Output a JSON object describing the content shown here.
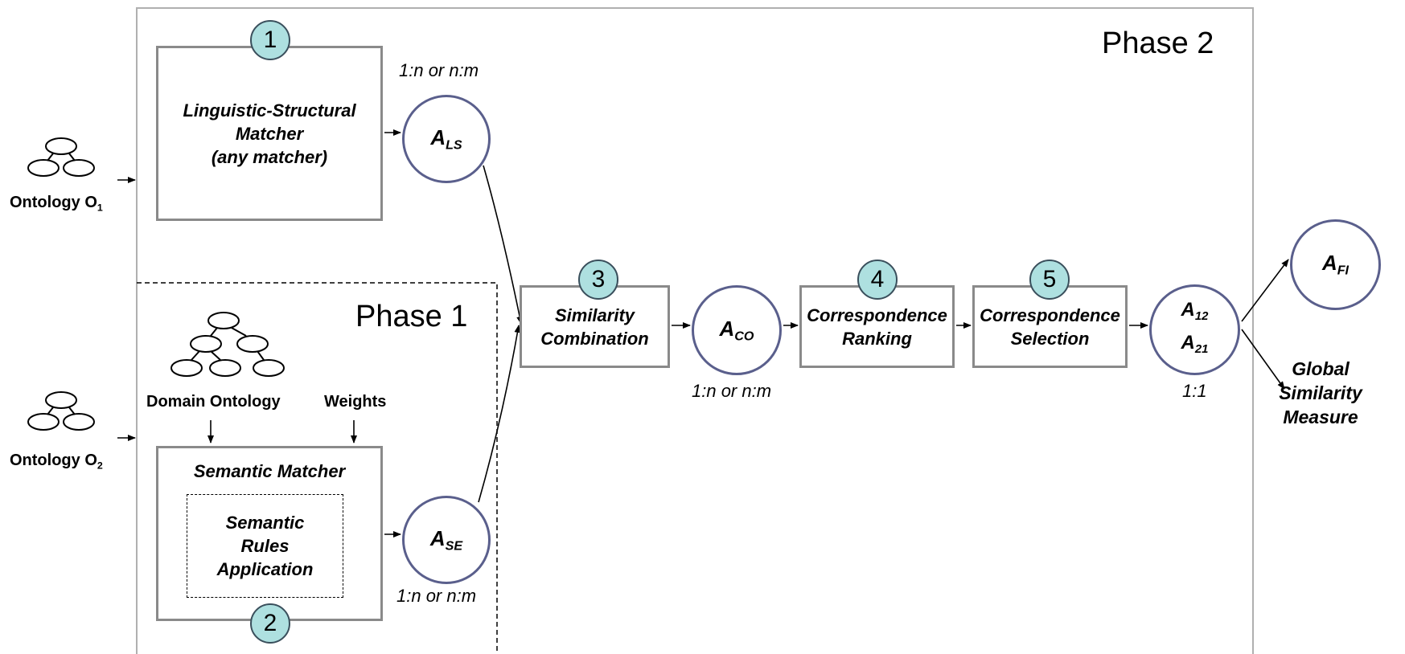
{
  "phases": {
    "phase1": "Phase 1",
    "phase2": "Phase 2"
  },
  "badges": {
    "b1": "1",
    "b2": "2",
    "b3": "3",
    "b4": "4",
    "b5": "5"
  },
  "boxes": {
    "linguistic_line1": "Linguistic-Structural",
    "linguistic_line2": "Matcher",
    "linguistic_line3": "(any matcher)",
    "semantic_title": "Semantic Matcher",
    "rules_line1": "Semantic",
    "rules_line2": "Rules",
    "rules_line3": "Application",
    "combination_line1": "Similarity",
    "combination_line2": "Combination",
    "ranking_line1": "Correspondence",
    "ranking_line2": "Ranking",
    "selection_line1": "Correspondence",
    "selection_line2": "Selection"
  },
  "circles": {
    "als": {
      "main": "A",
      "sub": "LS"
    },
    "ase": {
      "main": "A",
      "sub": "SE"
    },
    "aco": {
      "main": "A",
      "sub": "CO"
    },
    "a12": {
      "main": "A",
      "sub": "12"
    },
    "a21": {
      "main": "A",
      "sub": "21"
    },
    "afi": {
      "main": "A",
      "sub": "FI"
    }
  },
  "cardinality": {
    "top": "1:n or n:m",
    "bottom": "1:n or n:m",
    "mid": "1:n or n:m",
    "final": "1:1"
  },
  "inputs": {
    "o1_main": "Ontology O",
    "o1_sub": "1",
    "o2_main": "Ontology O",
    "o2_sub": "2",
    "domain_ontology": "Domain Ontology",
    "weights": "Weights"
  },
  "outputs": {
    "global_line1": "Global",
    "global_line2": "Similarity",
    "global_line3": "Measure"
  },
  "colors": {
    "badge_fill": "#aee0e0",
    "circle_border": "#5a5f8c",
    "box_border": "#8a8a8a"
  }
}
